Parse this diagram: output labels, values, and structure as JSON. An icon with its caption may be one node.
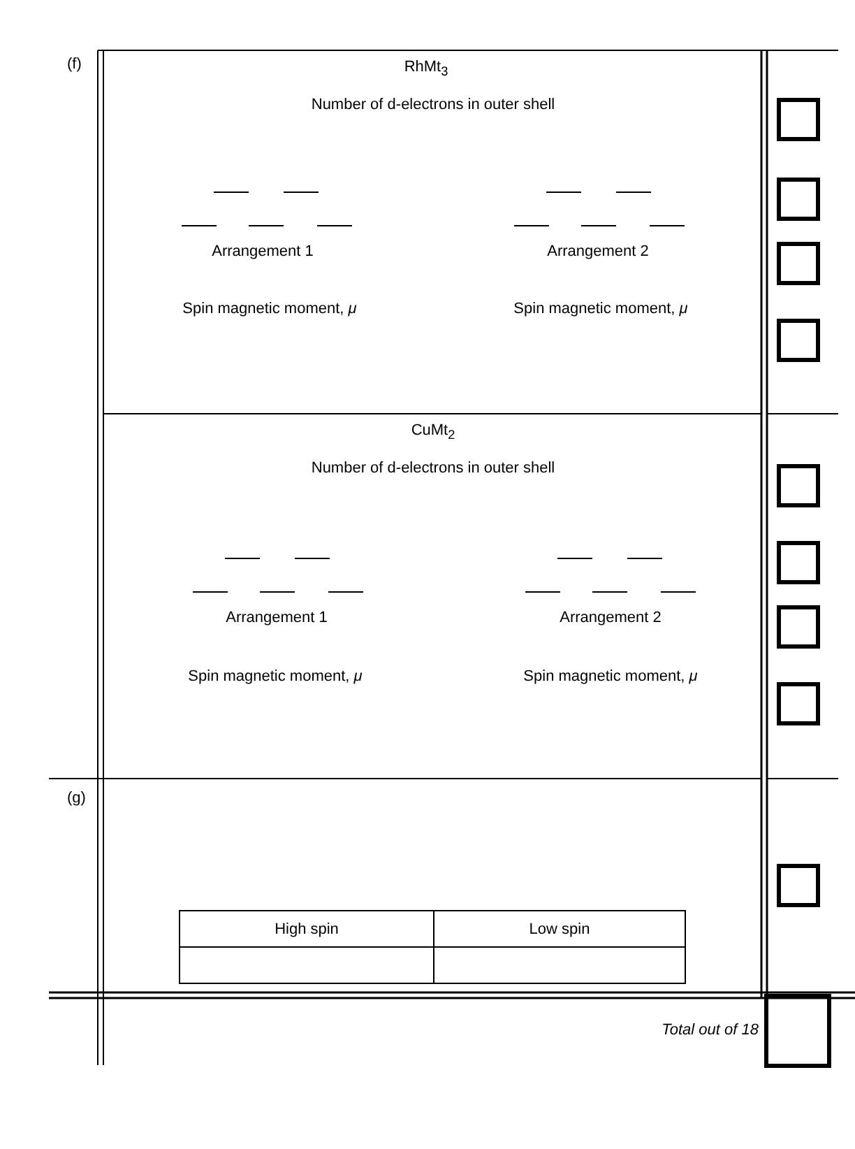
{
  "diagram": {
    "labels": [
      "(f)",
      "RhMt$_{3}$",
      "Number of d-electrons in outer shell",
      "Arrangement 1",
      "Arrangement 2",
      "Spin magnetic moment, *μ*",
      "Spin magnetic moment, *μ*",
      "CuMt$_{2}$",
      "Number of d-electrons in outer shell",
      "Arrangement 1",
      "Arrangement 2",
      "Spin magnetic moment, *μ*",
      "Spin magnetic moment, *μ*",
      "(g)",
      "High spin",
      "Low spin",
      "Total out of 18"
    ]
  }
}
